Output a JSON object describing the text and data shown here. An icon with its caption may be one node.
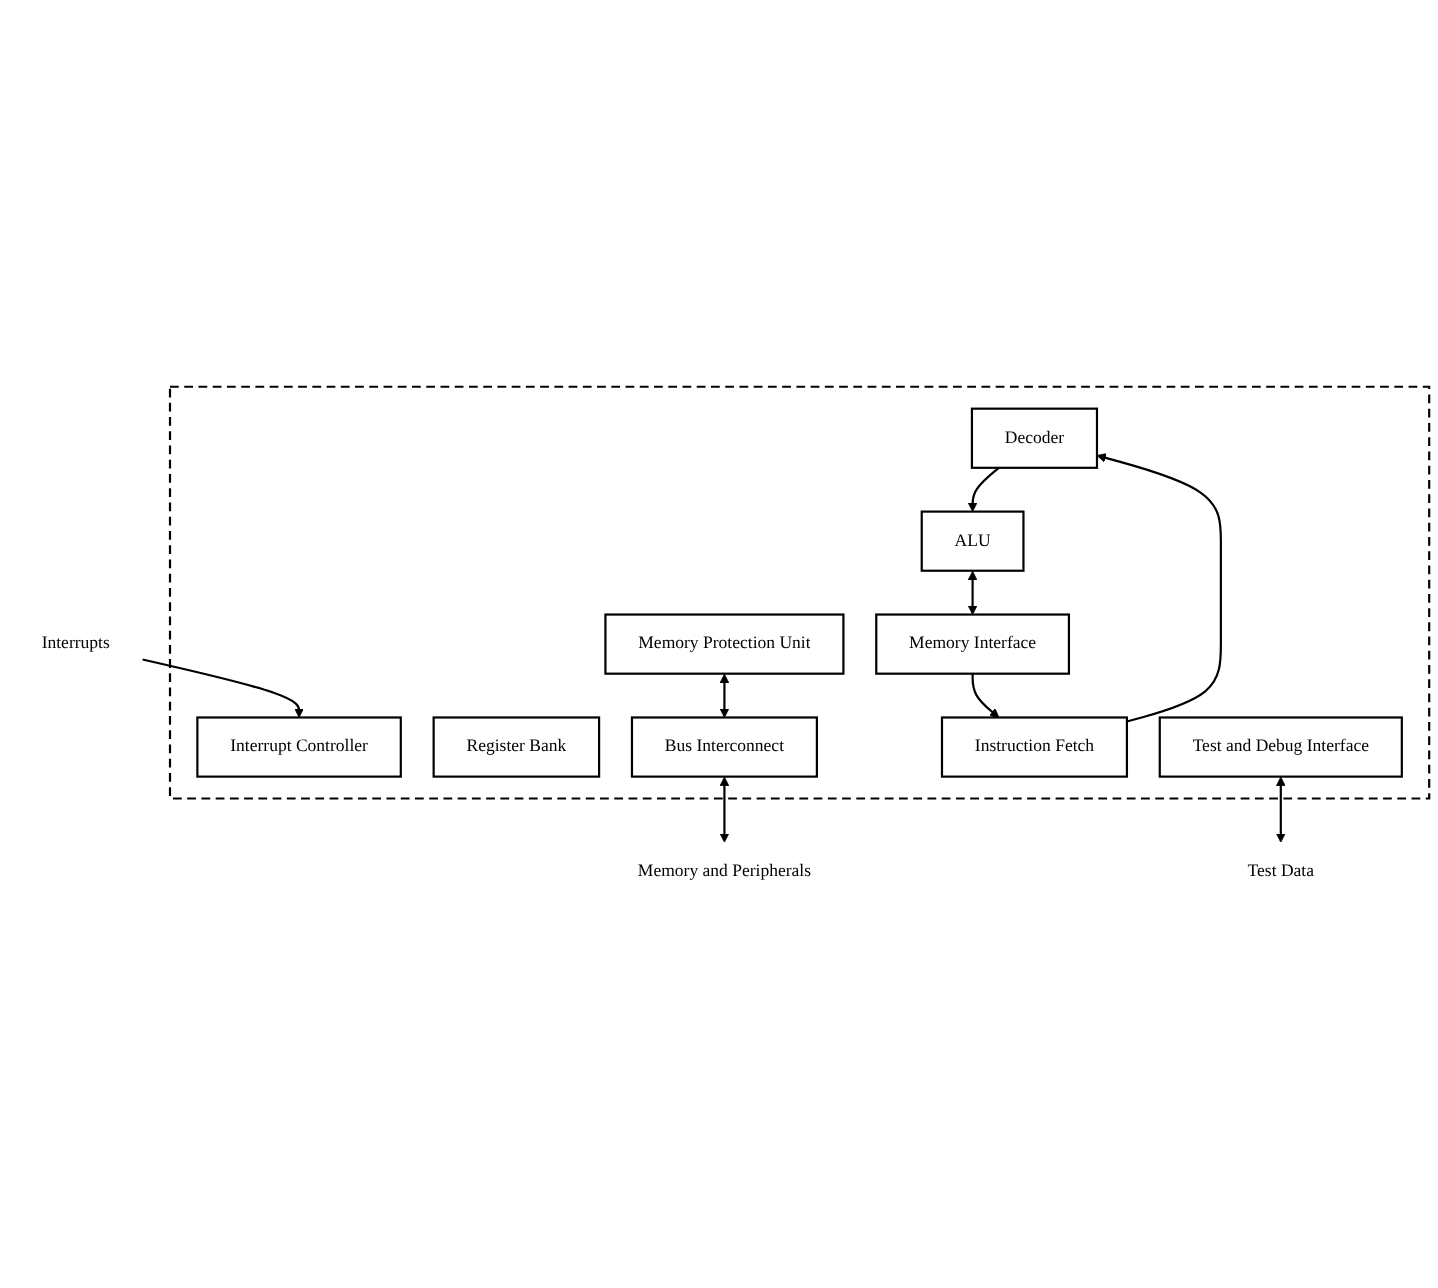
{
  "diagram": {
    "nodes": [
      {
        "text": [],
        "shape": "box"
      },
      {
        "text": [
          "Interrupts"
        ]
      },
      {
        "text": [
          "Interrupt Controller"
        ],
        "in": 0
      },
      {
        "text": [
          "Register Bank"
        ],
        "in": 0
      },
      {
        "text": [
          "Decoder"
        ],
        "in": 0
      },
      {
        "text": [
          "ALU"
        ],
        "in": 0
      },
      {
        "text": [
          "Test and Debug Interface"
        ],
        "in": 0
      },
      {
        "text": [
          "Instruction Fetch"
        ],
        "in": 0
      },
      {
        "text": [
          "Memory Interface"
        ],
        "in": 0
      },
      {
        "text": [
          "Memory Protection Unit"
        ],
        "in": 0
      },
      {
        "text": [
          "Bus Interconnect"
        ],
        "in": 0
      },
      {
        "text": [
          "Test Data"
        ]
      },
      {
        "text": [
          "Memory and Peripherals"
        ]
      }
    ],
    "edges": [
      {
        "from": 1,
        "to": 2,
        "arrow": "to"
      },
      {
        "from": 4,
        "to": 5,
        "arrow": "to"
      },
      {
        "from": 7,
        "to": 4,
        "arrow": "to"
      },
      {
        "from": 5,
        "to": 8,
        "arrow": "both"
      },
      {
        "from": 8,
        "to": 7,
        "arrow": "to"
      },
      {
        "from": 9,
        "to": 10,
        "arrow": "both"
      },
      {
        "from": 6,
        "to": 11,
        "arrow": "both"
      },
      {
        "from": 10,
        "to": 12,
        "arrow": "both"
      }
    ]
  }
}
